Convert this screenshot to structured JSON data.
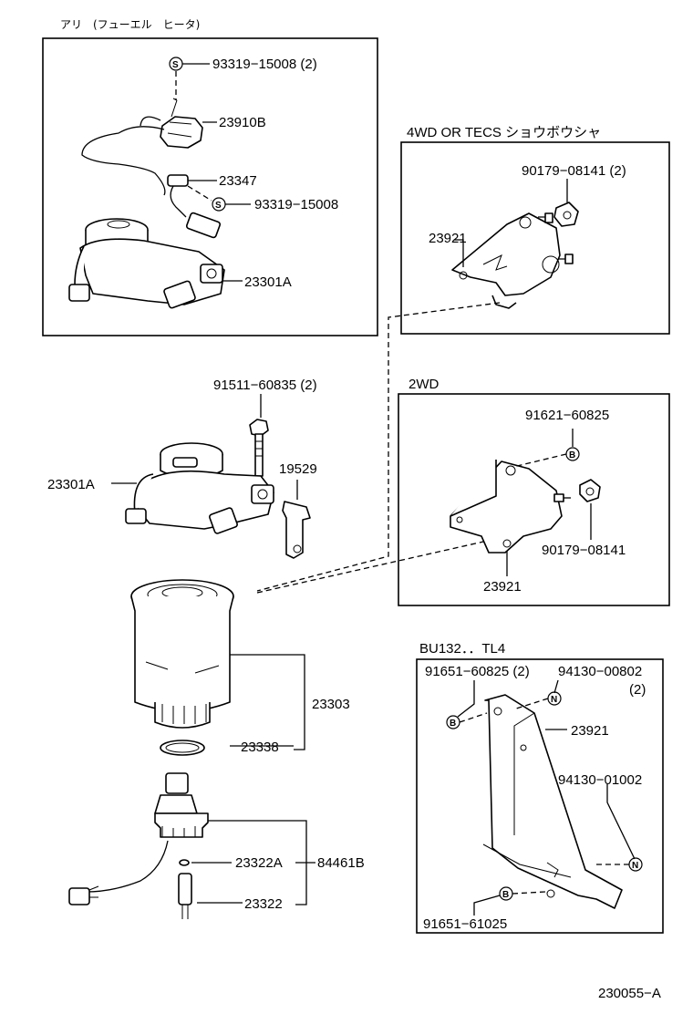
{
  "diagram": {
    "boxes": {
      "heater": {
        "title": "アリ　(フューエル　ヒータ)"
      },
      "fwd": {
        "title": "4WD OR TECS ショウボウシャ"
      },
      "twowd": {
        "title": "2WD"
      },
      "bu132": {
        "title": "BU132．．TL4"
      }
    },
    "labels": {
      "p93319_a": "93319−15008 (2)",
      "p23910B": "23910B",
      "p23347": "23347",
      "p93319_b": "93319−15008",
      "p23301A_top": "23301A",
      "p90179_a": "90179−08141 (2)",
      "p23921_a": "23921",
      "p91511": "91511−60835 (2)",
      "p19529": "19529",
      "p23301A_mid": "23301A",
      "p91621": "91621−60825",
      "p90179_b": "90179−08141",
      "p23921_b": "23921",
      "p23303": "23303",
      "p23338": "23338",
      "p23322A": "23322A",
      "p84461B": "84461B",
      "p23322": "23322",
      "p91651_a": "91651−60825 (2)",
      "p94130_a": "94130−00802",
      "p94130_a_qty": "(2)",
      "p23921_c": "23921",
      "p94130_b": "94130−01002",
      "p91651_b": "91651−61025",
      "figure_code": "230055−A"
    },
    "symbols": {
      "s1": "S",
      "s2": "S",
      "b1": "B",
      "b2": "B",
      "b3": "B",
      "n1": "N",
      "n2": "N"
    }
  }
}
